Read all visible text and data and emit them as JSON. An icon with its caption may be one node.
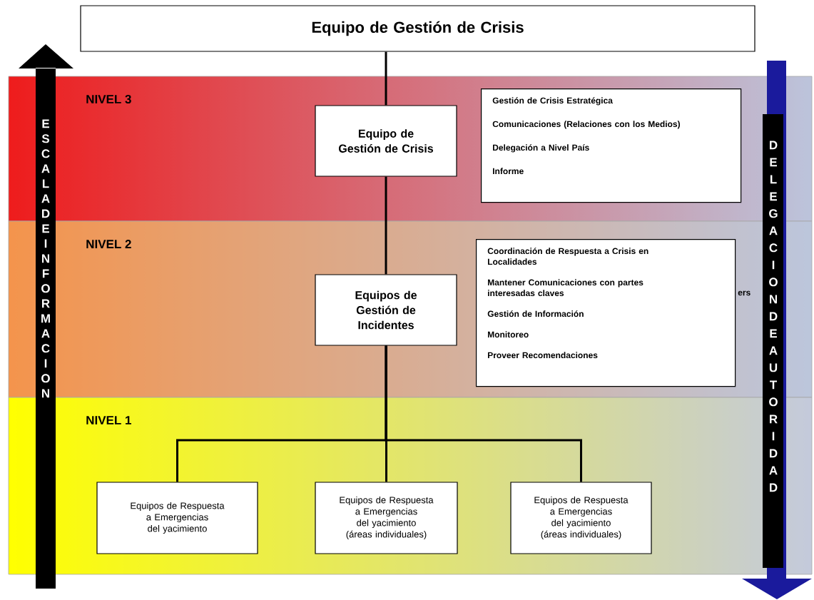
{
  "diagram": {
    "nodes": [
      {
        "text": [
          "Equipo de Gestión de Crisis"
        ]
      },
      {
        "text": [
          "NIVEL 3"
        ]
      },
      {
        "text": [
          "Equipo de Gestión de Crisis"
        ],
        "in": 1
      },
      {
        "text": [
          "Gestión de Crisis Estratégica",
          "Comunicaciones (Relaciones con los Medios)",
          "Delegación a Nivel País",
          "Informe"
        ],
        "in": 1
      },
      {
        "text": [
          "NIVEL 2"
        ]
      },
      {
        "text": [
          "Equipos de Gestión de Incidentes"
        ],
        "in": 4
      },
      {
        "text": [
          "Coordinación de Respuesta a Crisis en Localidades",
          "Mantener Comunicaciones con partes interesadas claves",
          "Gestión de Información",
          "Monitoreo",
          "Proveer Recomendaciones"
        ],
        "beside": [
          "ers"
        ],
        "in": 4
      },
      {
        "text": [
          "NIVEL 1"
        ]
      },
      {
        "text": [
          "Equipos de Respuesta a Emergencias del yacimiento"
        ],
        "in": 7
      },
      {
        "text": [
          "Equipos de Respuesta a Emergencias del yacimiento (áreas individuales)"
        ],
        "in": 7
      },
      {
        "text": [
          "Equipos de Respuesta a Emergencias del yacimiento (áreas individuales)"
        ],
        "in": 7
      }
    ],
    "edges": [
      {
        "from": 0,
        "to": 2,
        "arrow": "none"
      },
      {
        "from": 2,
        "to": 5,
        "arrow": "none"
      },
      {
        "from": 5,
        "to": 8,
        "arrow": "none"
      },
      {
        "from": 5,
        "to": 9,
        "arrow": "none"
      },
      {
        "from": 5,
        "to": 10,
        "arrow": "none"
      }
    ],
    "labels": [
      "ESCALA DE INFORMACION",
      "DELEGACION DE AUTORIDAD"
    ]
  }
}
